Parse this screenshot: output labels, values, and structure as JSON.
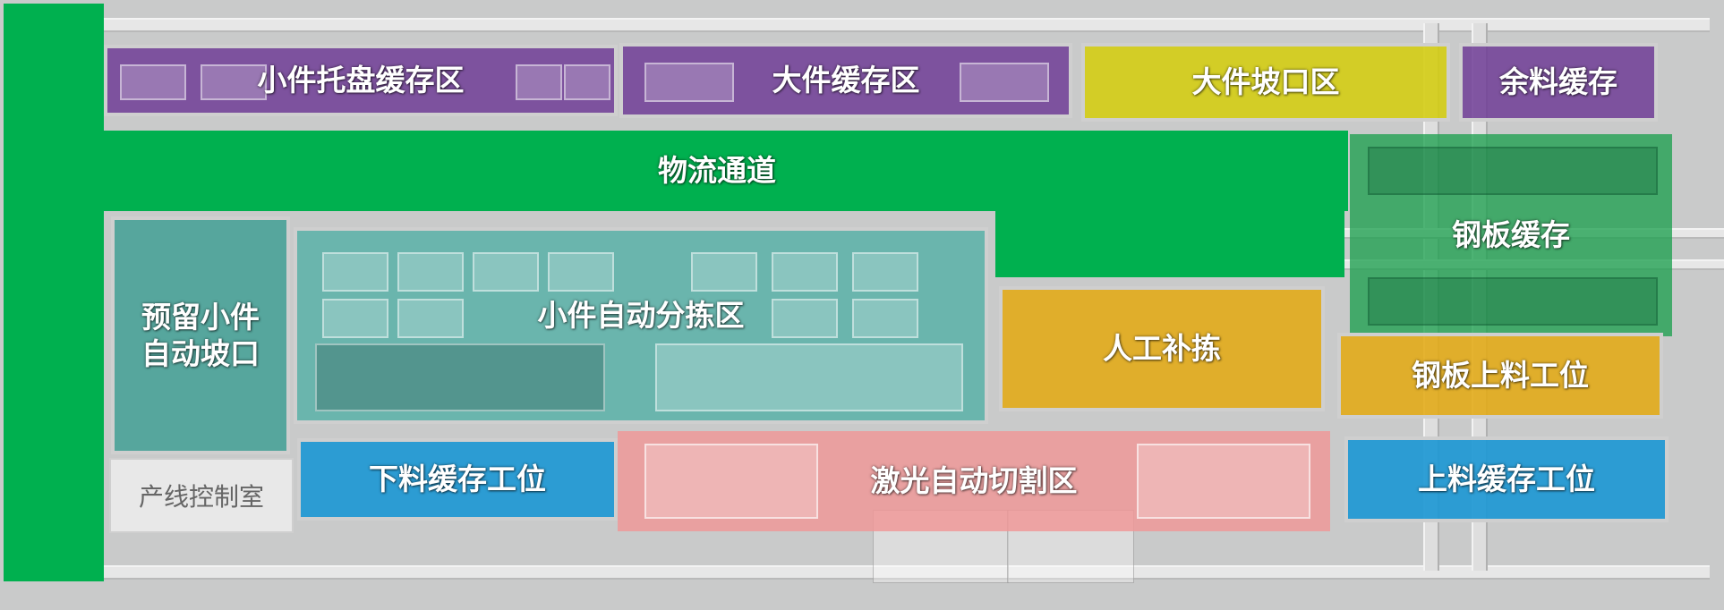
{
  "zones": {
    "small_tray_buffer": "小件托盘缓存区",
    "large_buffer": "大件缓存区",
    "large_bevel": "大件坡口区",
    "remnant_buffer": "余料缓存",
    "logistics_aisle": "物流通道",
    "steel_plate_buffer": "钢板缓存",
    "reserved_small_bevel": "预留小件\n自动坡口",
    "small_auto_sorting": "小件自动分拣区",
    "manual_sorting": "人工补拣",
    "plate_loading_station": "钢板上料工位",
    "control_room": "产线控制室",
    "unloading_buffer": "下料缓存工位",
    "laser_cutting": "激光自动切割区",
    "loading_buffer": "上料缓存工位"
  },
  "colors": {
    "purple": "#703e96",
    "green": "#00b04f",
    "yellow": "#d4cd14",
    "teal": "#50afa5",
    "gold": "#e2aa14",
    "blue": "#1e98d4",
    "pink": "#f09696"
  }
}
